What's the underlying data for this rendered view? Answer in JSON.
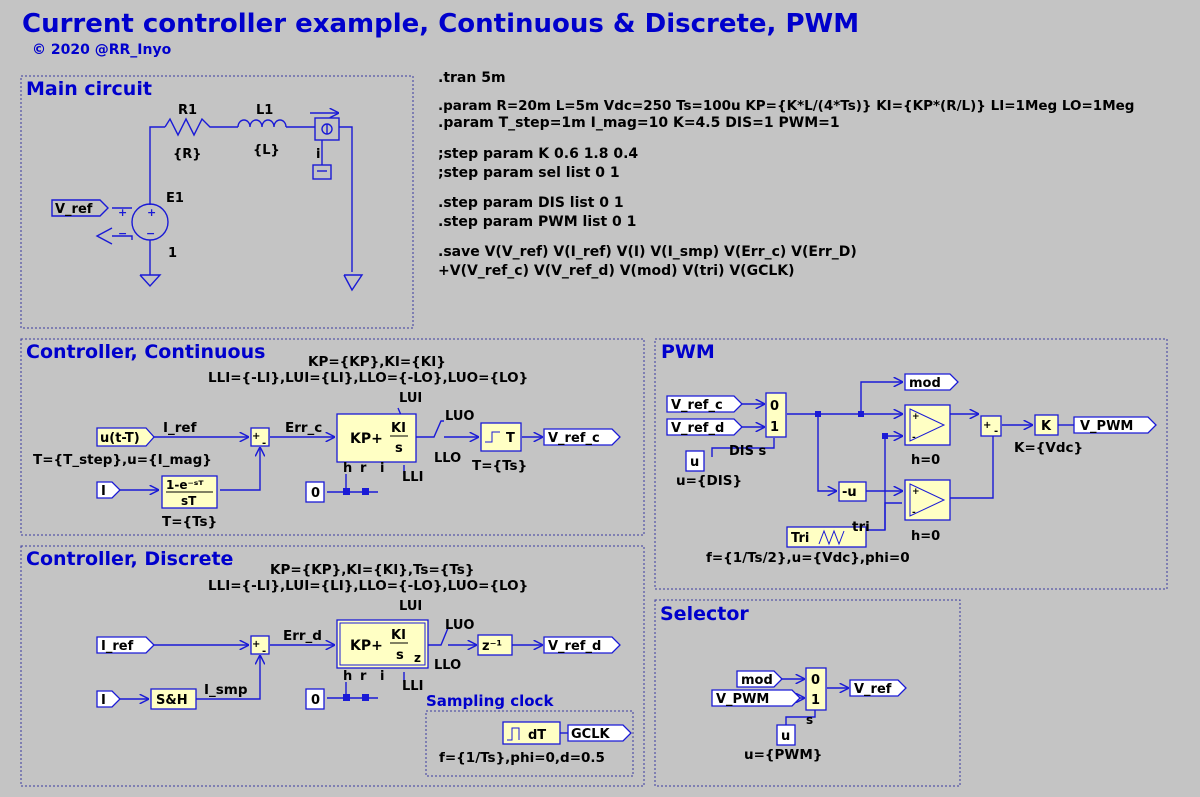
{
  "title": "Current controller example, Continuous & Discrete, PWM",
  "copyright": "© 2020 @RR_Inyo",
  "colors": {
    "background": "#c4c4c4",
    "title": "#0000cc",
    "wire": "#1a1ad6",
    "block_fill": "#ffffc4",
    "frame": "#3a3aa0",
    "text": "#000000"
  },
  "directives": [
    ".tran 5m",
    ".param R=20m L=5m Vdc=250 Ts=100u KP={K*L/(4*Ts)} KI={KP*(R/L)} LI=1Meg LO=1Meg",
    ".param T_step=1m I_mag=10 K=4.5 DIS=1 PWM=1",
    ";step param K 0.6 1.8 0.4",
    ";step param sel list 0 1",
    ".step param DIS list 0 1",
    ".step param PWM list 0 1",
    ".save V(V_ref) V(I_ref) V(I) V(I_smp) V(Err_c) V(Err_D)",
    "+V(V_ref_c) V(V_ref_d) V(mod) V(tri) V(GCLK)"
  ],
  "main": {
    "label": "Main circuit",
    "r1": "R1",
    "r1_val": "{R}",
    "l1": "L1",
    "l1_val": "{L}",
    "probe": "i",
    "e1": "E1",
    "e1_gain": "1",
    "vref": "V_ref",
    "plus": "+",
    "minus": "−"
  },
  "cont": {
    "label": "Controller, Continuous",
    "params1": "KP={KP},KI={KI}",
    "params2": "LLI={-LI},LUI={LI},LLO={-LO},LUO={LO}",
    "source": "u(t-T)",
    "source_params": "T={T_step},u={I_mag}",
    "iref": "I_ref",
    "err": "Err_c",
    "i_port": "I",
    "lpf_num": "1-e⁻ˢᵀ",
    "lpf_den": "sT",
    "lpf_param": "T={Ts}",
    "pi_kp": "KP+",
    "pi_ki": "KI",
    "pi_s": "s",
    "lui": "LUI",
    "luo": "LUO",
    "llo": "LLO",
    "lli": "LLI",
    "h": "h",
    "r": "r",
    "i": "i",
    "zero": "0",
    "delay": "T",
    "delay_param": "T={Ts}",
    "out": "V_ref_c"
  },
  "disc": {
    "label": "Controller, Discrete",
    "params1": "KP={KP},KI={KI},Ts={Ts}",
    "params2": "LLI={-LI},LUI={LI},LLO={-LO},LUO={LO}",
    "iref": "I_ref",
    "err": "Err_d",
    "i_port": "I",
    "sh": "S&H",
    "ismp": "I_smp",
    "pi_kp": "KP+",
    "pi_ki": "KI",
    "pi_s": "s",
    "pi_z": "z",
    "lui": "LUI",
    "luo": "LUO",
    "llo": "LLO",
    "lli": "LLI",
    "h": "h",
    "r": "r",
    "i": "i",
    "zero": "0",
    "zinv": "z⁻¹",
    "out": "V_ref_d",
    "clock_label": "Sampling clock",
    "clock_block": "dT",
    "gclk": "GCLK",
    "clock_params": "f={1/Ts},phi=0,d=0.5"
  },
  "pwm": {
    "label": "PWM",
    "in1": "V_ref_c",
    "in2": "V_ref_d",
    "mux0": "0",
    "mux1": "1",
    "dis_s": "DIS s",
    "u": "u",
    "u_param": "u={DIS}",
    "mod": "mod",
    "neg": "-u",
    "comp_h1": "h=0",
    "comp_h2": "h=0",
    "gain": "K",
    "gain_param": "K={Vdc}",
    "out": "V_PWM",
    "tri": "Tri",
    "tri_lbl": "tri",
    "tri_params": "f={1/Ts/2},u={Vdc},phi=0"
  },
  "sel": {
    "label": "Selector",
    "mod": "mod",
    "vpwm": "V_PWM",
    "mux0": "0",
    "mux1": "1",
    "s": "s",
    "u": "u",
    "u_param": "u={PWM}",
    "out": "V_ref"
  }
}
